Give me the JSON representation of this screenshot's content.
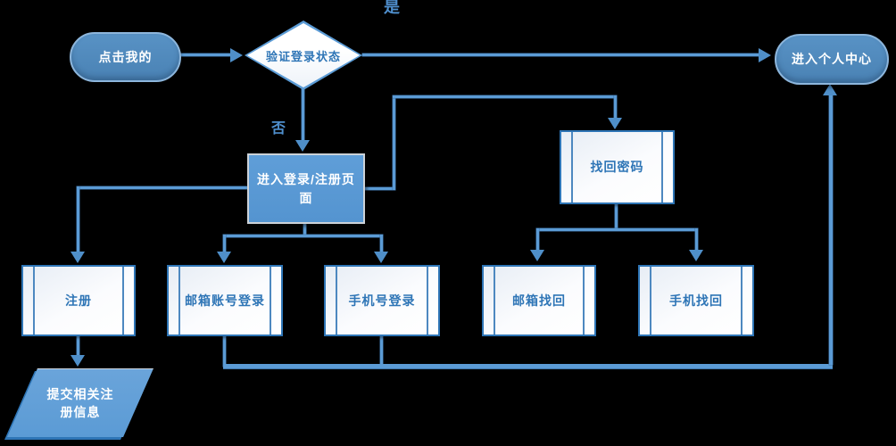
{
  "diagram": {
    "type": "flowchart",
    "background": "#000000",
    "labels": {
      "yes": "是",
      "no": "否"
    },
    "nodes": {
      "start": {
        "label": "点击我的",
        "shape": "terminator"
      },
      "verify_login": {
        "label": "验证登录状态",
        "shape": "decision"
      },
      "personal_center": {
        "label": "进入个人中心",
        "shape": "terminator"
      },
      "login_register_page": {
        "label": "进入登录/注册页面",
        "shape": "process"
      },
      "retrieve_password": {
        "label": "找回密码",
        "shape": "predefined-process"
      },
      "register": {
        "label": "注册",
        "shape": "predefined-process"
      },
      "email_login": {
        "label": "邮箱账号登录",
        "shape": "predefined-process"
      },
      "phone_login": {
        "label": "手机号登录",
        "shape": "predefined-process"
      },
      "email_retrieve": {
        "label": "邮箱找回",
        "shape": "predefined-process"
      },
      "phone_retrieve": {
        "label": "手机找回",
        "shape": "predefined-process"
      },
      "submit_registration": {
        "label": "提交相关注册信息",
        "shape": "data"
      }
    },
    "edges": [
      {
        "from": "start",
        "to": "verify_login",
        "label": ""
      },
      {
        "from": "verify_login",
        "to": "personal_center",
        "label": "是"
      },
      {
        "from": "verify_login",
        "to": "login_register_page",
        "label": "否"
      },
      {
        "from": "login_register_page",
        "to": "retrieve_password",
        "label": ""
      },
      {
        "from": "login_register_page",
        "to": "register",
        "label": ""
      },
      {
        "from": "login_register_page",
        "to": "email_login",
        "label": ""
      },
      {
        "from": "login_register_page",
        "to": "phone_login",
        "label": ""
      },
      {
        "from": "retrieve_password",
        "to": "email_retrieve",
        "label": ""
      },
      {
        "from": "retrieve_password",
        "to": "phone_retrieve",
        "label": ""
      },
      {
        "from": "register",
        "to": "submit_registration",
        "label": ""
      },
      {
        "from": "email_login",
        "to": "personal_center",
        "label": ""
      },
      {
        "from": "phone_login",
        "to": "personal_center",
        "label": ""
      }
    ],
    "colors": {
      "node_fill_blue": "#5b9bd5",
      "terminator_fill": "#4e87ba",
      "node_border_blue": "#2e75b6",
      "light_node_fill": "#f4f7fb",
      "connector": "#5b9bd5",
      "text_on_blue": "#ffffff",
      "text_blue": "#2e75b6"
    }
  }
}
